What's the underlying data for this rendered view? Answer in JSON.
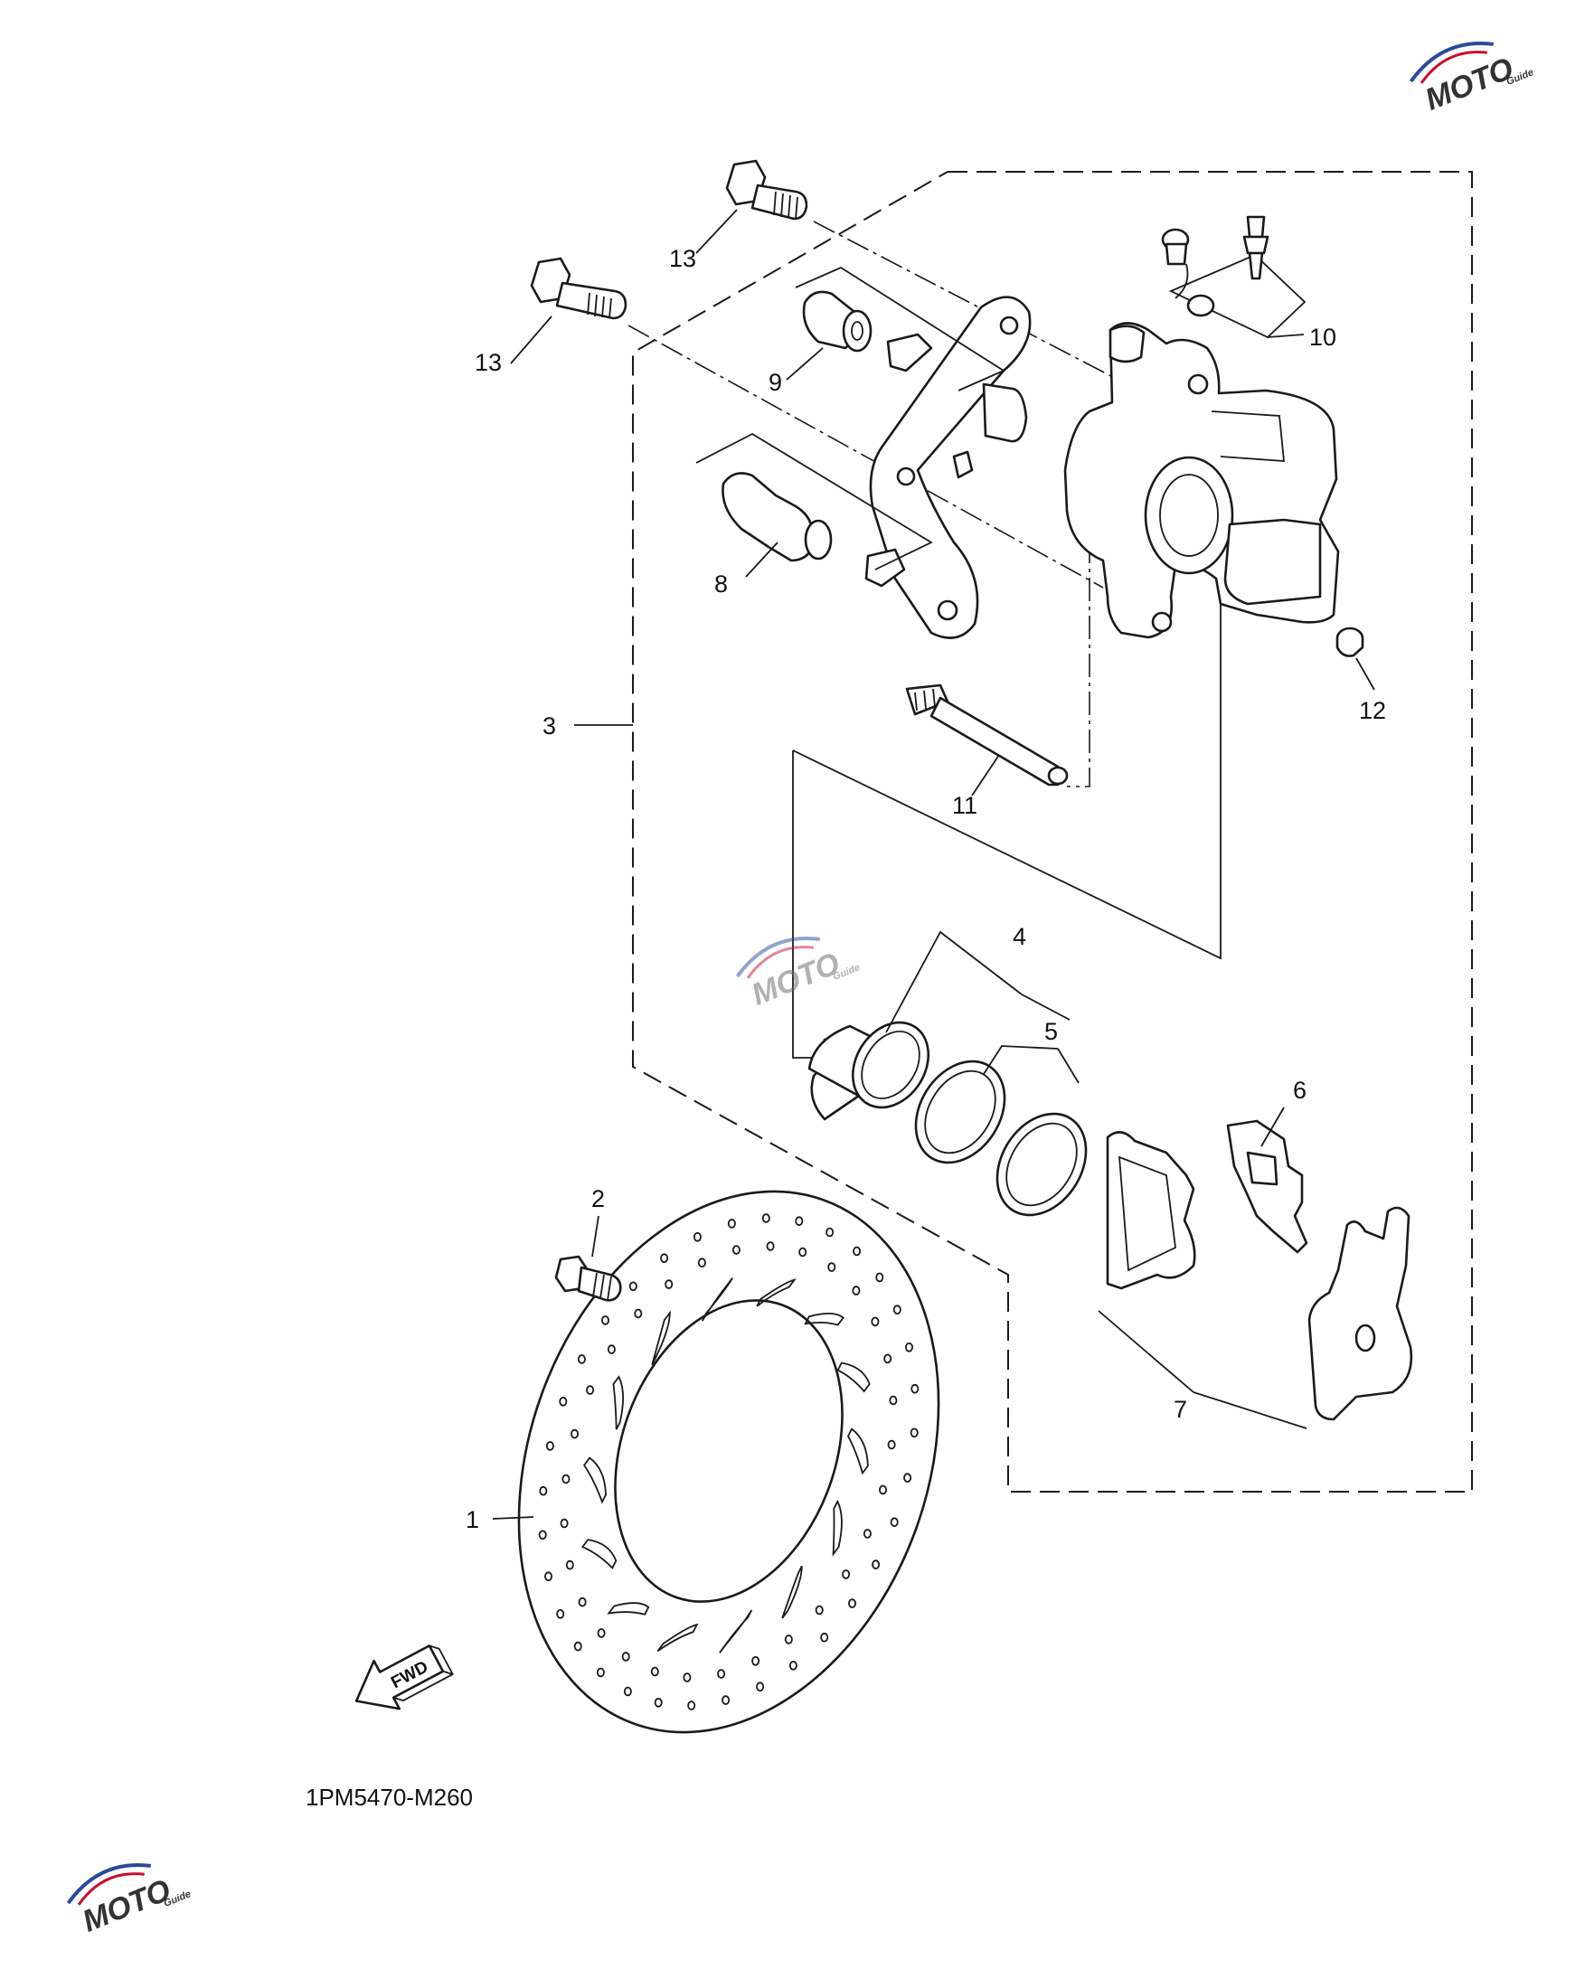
{
  "diagram_code": "1PM5470-M260",
  "fwd_label": "FWD",
  "callouts": {
    "c1": "1",
    "c2": "2",
    "c3": "3",
    "c4": "4",
    "c5": "5",
    "c6": "6",
    "c7": "7",
    "c8": "8",
    "c9": "9",
    "c10": "10",
    "c11": "11",
    "c12": "12",
    "c13a": "13",
    "c13b": "13"
  },
  "watermark": {
    "text": "MOTO",
    "sub": "Guide",
    "color_dark": "#333333",
    "color_accent": "#c8102e",
    "color_blue": "#2b4a9b"
  },
  "colors": {
    "line": "#1a1a1a",
    "background": "#ffffff"
  },
  "icons": {
    "fwd": "fwd-arrow-icon",
    "watermark": "moto-guide-logo-icon"
  }
}
